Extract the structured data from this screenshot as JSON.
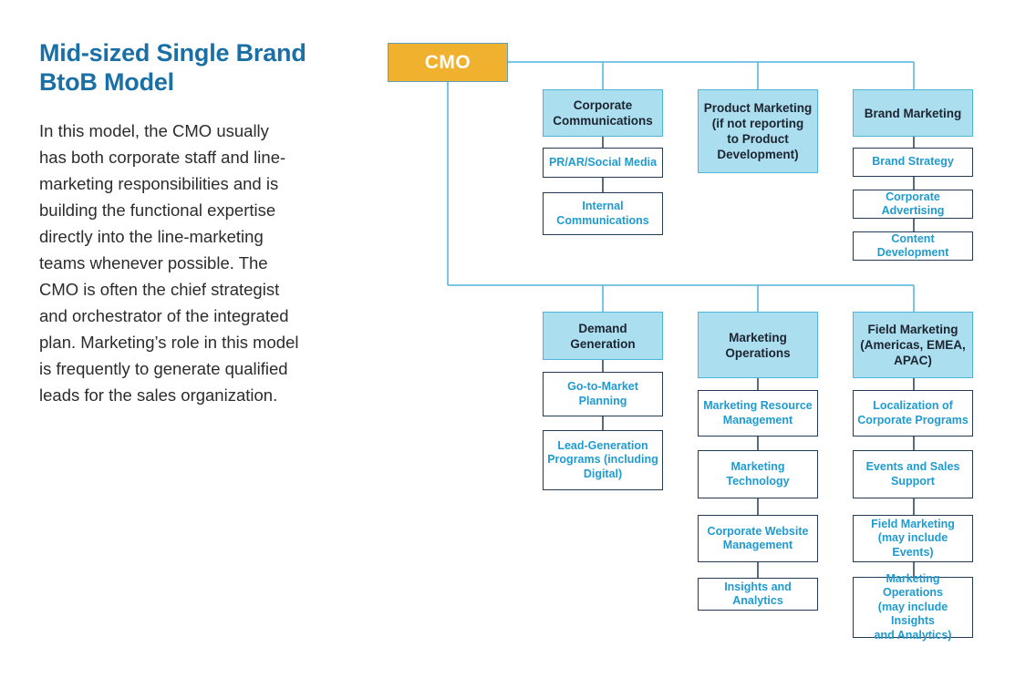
{
  "title_lines": [
    "Mid-sized Single Brand",
    "BtoB Model"
  ],
  "body_lines": [
    "In this model, the CMO usually",
    "has both corporate staff and line-",
    "marketing responsibilities and is",
    "building the functional expertise",
    "directly into the line-marketing",
    "teams whenever possible. The",
    "CMO is often the chief strategist",
    "and orchestrator of the integrated",
    "plan. Marketing’s role in this model",
    "is frequently to generate qualified",
    "leads for the sales organization."
  ],
  "org_chart": {
    "root": "CMO",
    "top_row": [
      {
        "head": "Corporate\nCommunications",
        "children": [
          "PR/AR/Social Media",
          "Internal\nCommunications"
        ]
      },
      {
        "head": "Product Marketing\n(if not reporting\nto Product\nDevelopment)",
        "children": []
      },
      {
        "head": "Brand Marketing",
        "children": [
          "Brand Strategy",
          "Corporate Advertising",
          "Content Development"
        ]
      }
    ],
    "bottom_row": [
      {
        "head": "Demand Generation",
        "children": [
          "Go-to-Market\nPlanning",
          "Lead-Generation\nPrograms (including\nDigital)"
        ]
      },
      {
        "head": "Marketing\nOperations",
        "children": [
          "Marketing Resource\nManagement",
          "Marketing\nTechnology",
          "Corporate Website\nManagement",
          "Insights and Analytics"
        ]
      },
      {
        "head": "Field Marketing\n(Americas, EMEA,\nAPAC)",
        "children": [
          "Localization of\nCorporate Programs",
          "Events and Sales\nSupport",
          "Field Marketing\n(may include Events)",
          "Marketing Operations\n(may include Insights\nand Analytics)"
        ]
      }
    ]
  }
}
